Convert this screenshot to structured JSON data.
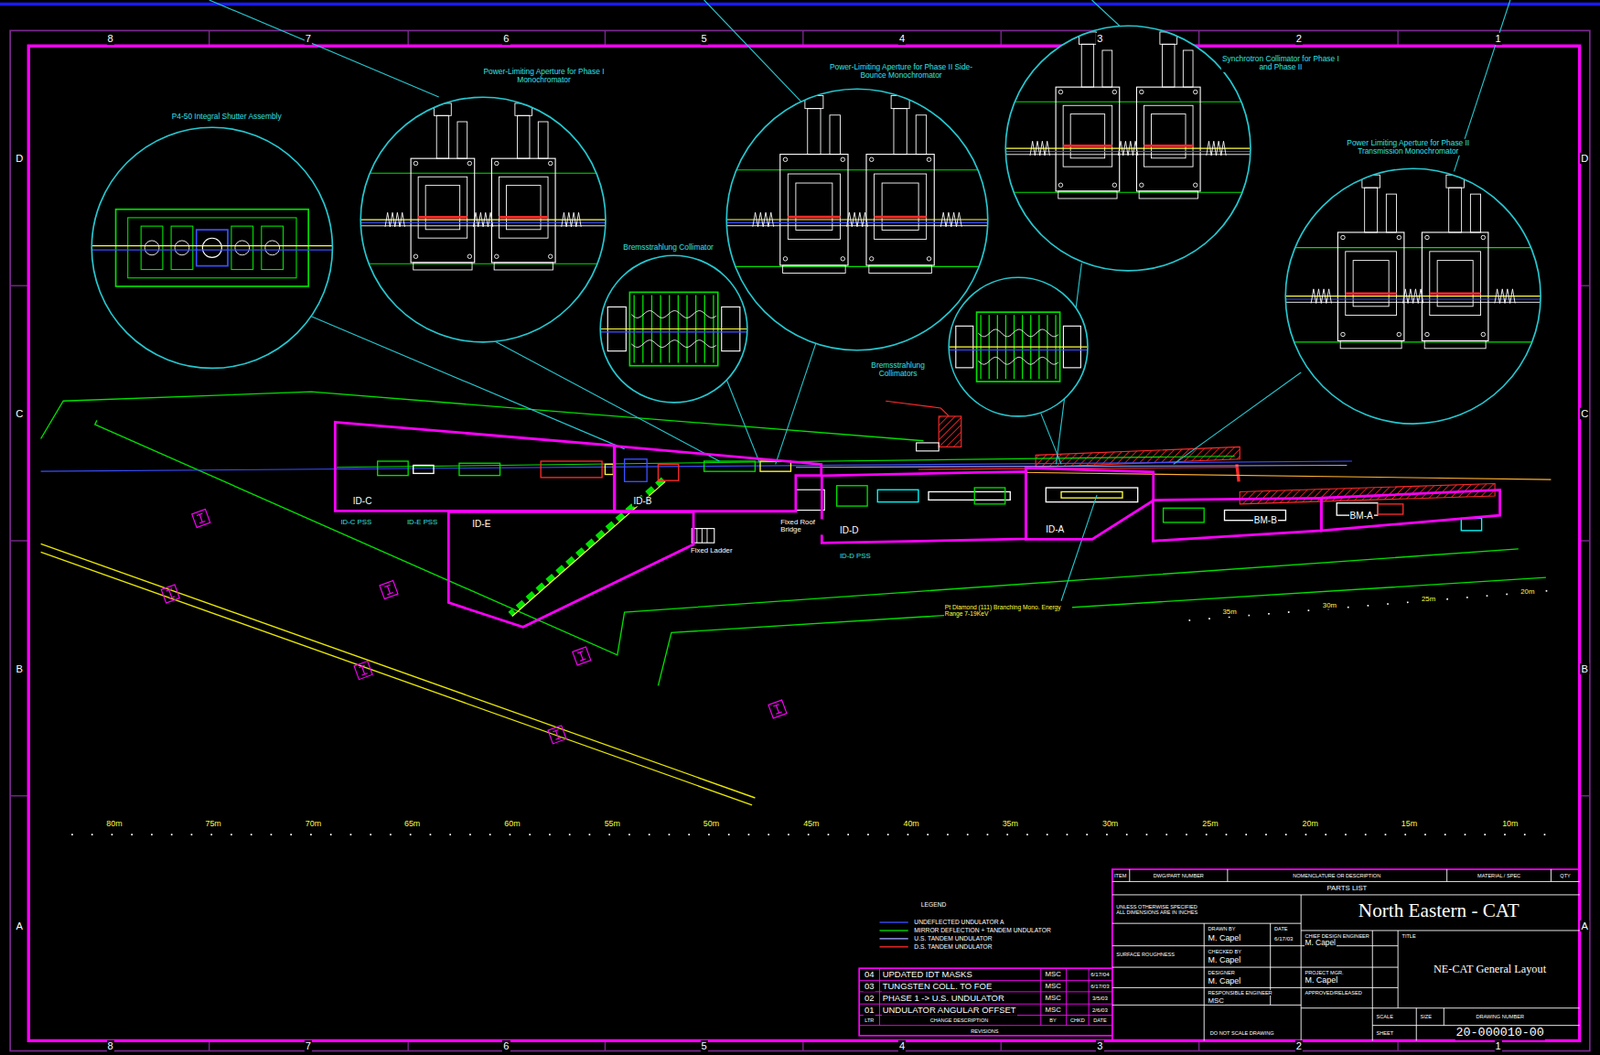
{
  "diagram": {
    "nodes": [
      {
        "text": [
          "P4-50 Integral Shutter Assembly"
        ]
      },
      {
        "text": [
          "Power-Limiting Aperture for Phase I Monochromator"
        ]
      },
      {
        "text": [
          "Power-Limiting Aperture for Phase II Side-Bounce Monochromator"
        ]
      },
      {
        "text": [
          "Synchrotron Collimator for Phase I and Phase II"
        ]
      },
      {
        "text": [
          "Power Limiting Aperture for Phase II Transmission Monochromator"
        ]
      },
      {
        "text": [
          "Bremsstrahlung Collimator"
        ]
      },
      {
        "text": [
          "Bremsstrahlung Collimators"
        ]
      },
      {
        "text": [
          "ID-C"
        ]
      },
      {
        "text": [
          "ID-B"
        ]
      },
      {
        "text": [
          "ID-E"
        ]
      },
      {
        "text": [
          "ID-D"
        ]
      },
      {
        "text": [
          "ID-A"
        ]
      },
      {
        "text": [
          "BM-B"
        ]
      },
      {
        "text": [
          "BM-A"
        ]
      }
    ],
    "labels": [
      "8",
      "7",
      "6",
      "5",
      "4",
      "3",
      "2",
      "1",
      "8",
      "7",
      "6",
      "5",
      "4",
      "3",
      "2",
      "1",
      "D",
      "C",
      "B",
      "A",
      "D",
      "C",
      "B",
      "A",
      "ID-C PSS",
      "ID-E PSS",
      "ID-D PSS",
      "Fixed Roof Bridge",
      "Fixed Ladder",
      "Pt Diamond (111) Branching Mono. Energy Range 7-19KeV",
      "80m",
      "75m",
      "70m",
      "65m",
      "60m",
      "55m",
      "50m",
      "45m",
      "40m",
      "35m",
      "30m",
      "25m",
      "20m",
      "15m",
      "10m",
      "35m",
      "30m",
      "25m",
      "20m",
      "LEGEND",
      "04",
      "UPDATED IDT MASKS",
      "MSC",
      "6/17/04",
      "03",
      "TUNGSTEN COLL. TO FOE",
      "MSC",
      "6/17/03",
      "02",
      "PHASE 1 -> U.S. UNDULATOR",
      "MSC",
      "3/5/03",
      "01",
      "UNDULATOR ANGULAR OFFSET",
      "MSC",
      "2/6/03",
      "LTR",
      "CHANGE DESCRIPTION",
      "BY",
      "CHKD",
      "DATE",
      "REVISIONS",
      "ITEM",
      "DWG/PART NUMBER",
      "NOMENCLATURE OR DESCRIPTION",
      "MATERIAL / SPEC",
      "QTY",
      "PARTS LIST",
      "UNLESS OTHERWISE SPECIFIED ALL DIMENSIONS ARE IN INCHES",
      "SURFACE ROUGHNESS",
      "DRAWN BY",
      "M. Capel",
      "DATE",
      "6/17/03",
      "CHECKED BY",
      "M. Capel",
      "DESIGNER",
      "M. Capel",
      "RESPONSIBLE ENGINEER",
      "MSC",
      "CHIEF DESIGN ENGINEER",
      "M. Capel",
      "PROJECT MGR.",
      "M. Capel",
      "APPROVED/RELEASED",
      "North Eastern - CAT",
      "TITLE",
      "NE-CAT General Layout",
      "SIZE",
      "DRAWING NUMBER",
      "20-000010-00",
      "SCALE",
      "SHEET",
      "DO NOT SCALE DRAWING"
    ],
    "legend": [
      {
        "text": "UNDEFLECTED UNDULATOR A"
      },
      {
        "text": "MIRROR DEFLECTION + TANDEM UNDULATOR"
      },
      {
        "text": "U.S. TANDEM UNDULATOR"
      },
      {
        "text": "D.S. TANDEM UNDULATOR"
      }
    ]
  }
}
